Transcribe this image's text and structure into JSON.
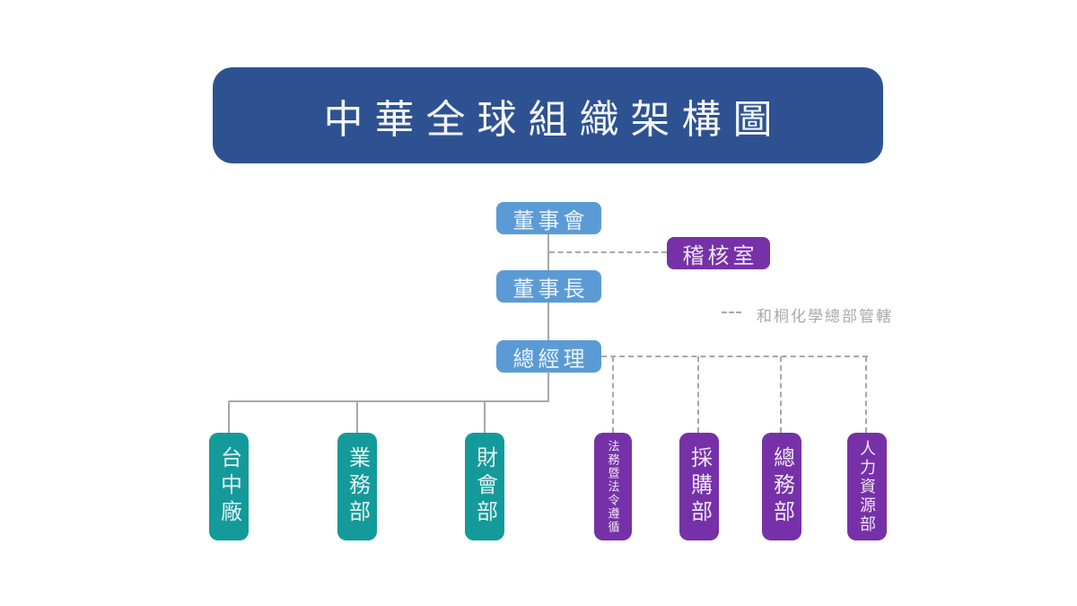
{
  "slide": {
    "title": "中華全球組織架構圖"
  },
  "legend": {
    "label": "和桐化學總部管轄"
  },
  "nodes": {
    "board": {
      "label": "董事會"
    },
    "audit_office": {
      "label": "稽核室"
    },
    "chairman": {
      "label": "董事長"
    },
    "general_manager": {
      "label": "總經理"
    }
  },
  "departments": {
    "direct": [
      {
        "label": "台中廠"
      },
      {
        "label": "業務部"
      },
      {
        "label": "財會部"
      }
    ],
    "hq_managed": [
      {
        "label": "法務暨法令遵循"
      },
      {
        "label": "採購部"
      },
      {
        "label": "總務部"
      },
      {
        "label": "人力資源部"
      }
    ]
  },
  "colors": {
    "banner_blue": "#2e5291",
    "node_blue": "#5b9bd5",
    "node_purple": "#7631a8",
    "node_teal": "#149a9a",
    "connector_gray": "#a8a8a8",
    "legend_gray": "#a9a9a9",
    "background": "#ffffff"
  }
}
